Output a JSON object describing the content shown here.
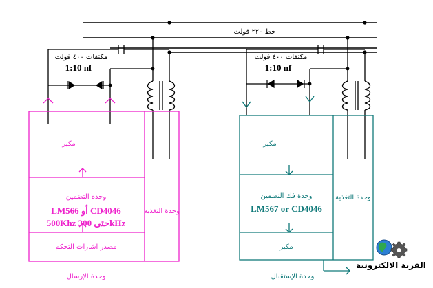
{
  "power_line": {
    "label": "خط ٢٢٠ فولت"
  },
  "transmitter": {
    "capacitors_label": "مكثفات ٤٠٠ فولت",
    "capacitor_value": "1:10 nf",
    "amplifier_label": "مكبر",
    "modulator_label": "وحدة التضمين",
    "ic_line": "LM566 أو CD4046",
    "freq_line": "500Khz حتى 300kHz",
    "control_source_label": "مصدر اشارات التحكم",
    "power_unit_label": "وحدة التغذية",
    "unit_caption": "وحدة الإرسال"
  },
  "receiver": {
    "capacitors_label": "مكثفات ٤٠٠ فولت",
    "capacitor_value": "1:10 nf",
    "amplifier_label": "مكبر",
    "demodulator_label": "وحدة فك التضمين",
    "ic_line": "LM567 or CD4046",
    "output_amplifier_label": "مكبر",
    "power_unit_label": "وحدة التغذية",
    "unit_caption": "وحدة الإستقبال"
  },
  "logo": {
    "text": "القرية الالكترونية"
  },
  "colors": {
    "line": "#000000",
    "transmitter": "#ee22cc",
    "receiver": "#117a7a",
    "background": "#ffffff"
  }
}
